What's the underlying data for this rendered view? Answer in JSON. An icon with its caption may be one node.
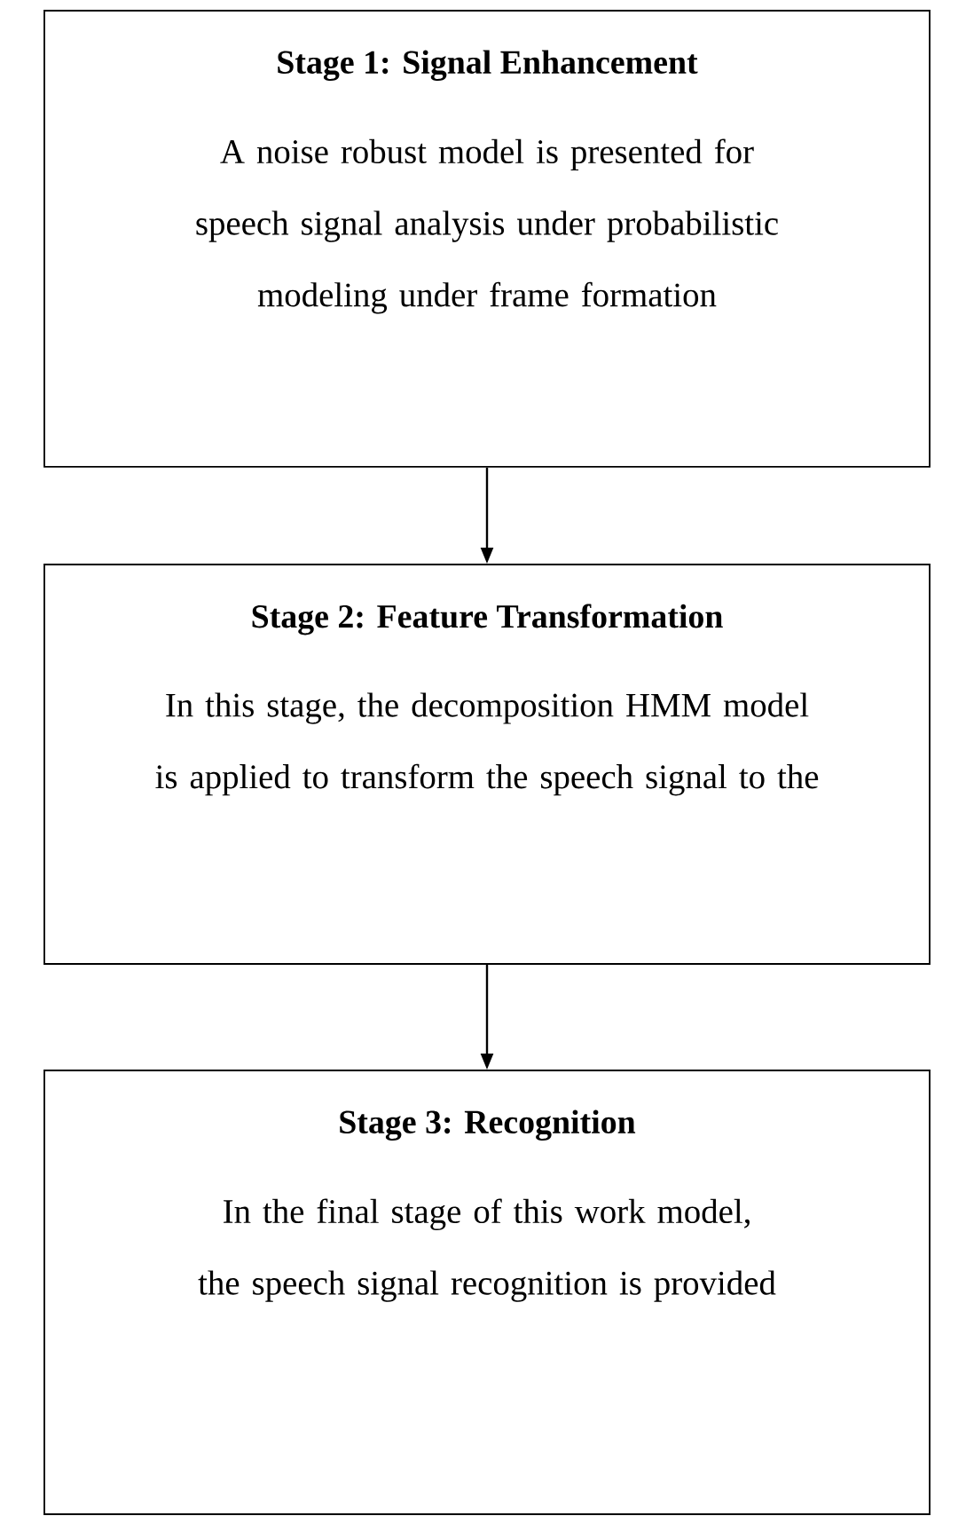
{
  "diagram": {
    "nodes": [
      {
        "text": [
          "Stage 1: Signal Enhancement",
          "A noise robust model is presented for speech signal analysis under probabilistic modeling under frame formation"
        ]
      },
      {
        "text": [
          "Stage 2: Feature Transformation",
          "In this stage, the decomposition HMM model is applied to transform the speech signal to the"
        ]
      },
      {
        "text": [
          "Stage 3: Recognition",
          "In the final stage of this work model, the speech signal recognition is provided"
        ]
      }
    ],
    "edges": [
      {
        "from": 0,
        "to": 1,
        "arrow": "to"
      },
      {
        "from": 1,
        "to": 2,
        "arrow": "to"
      }
    ]
  }
}
